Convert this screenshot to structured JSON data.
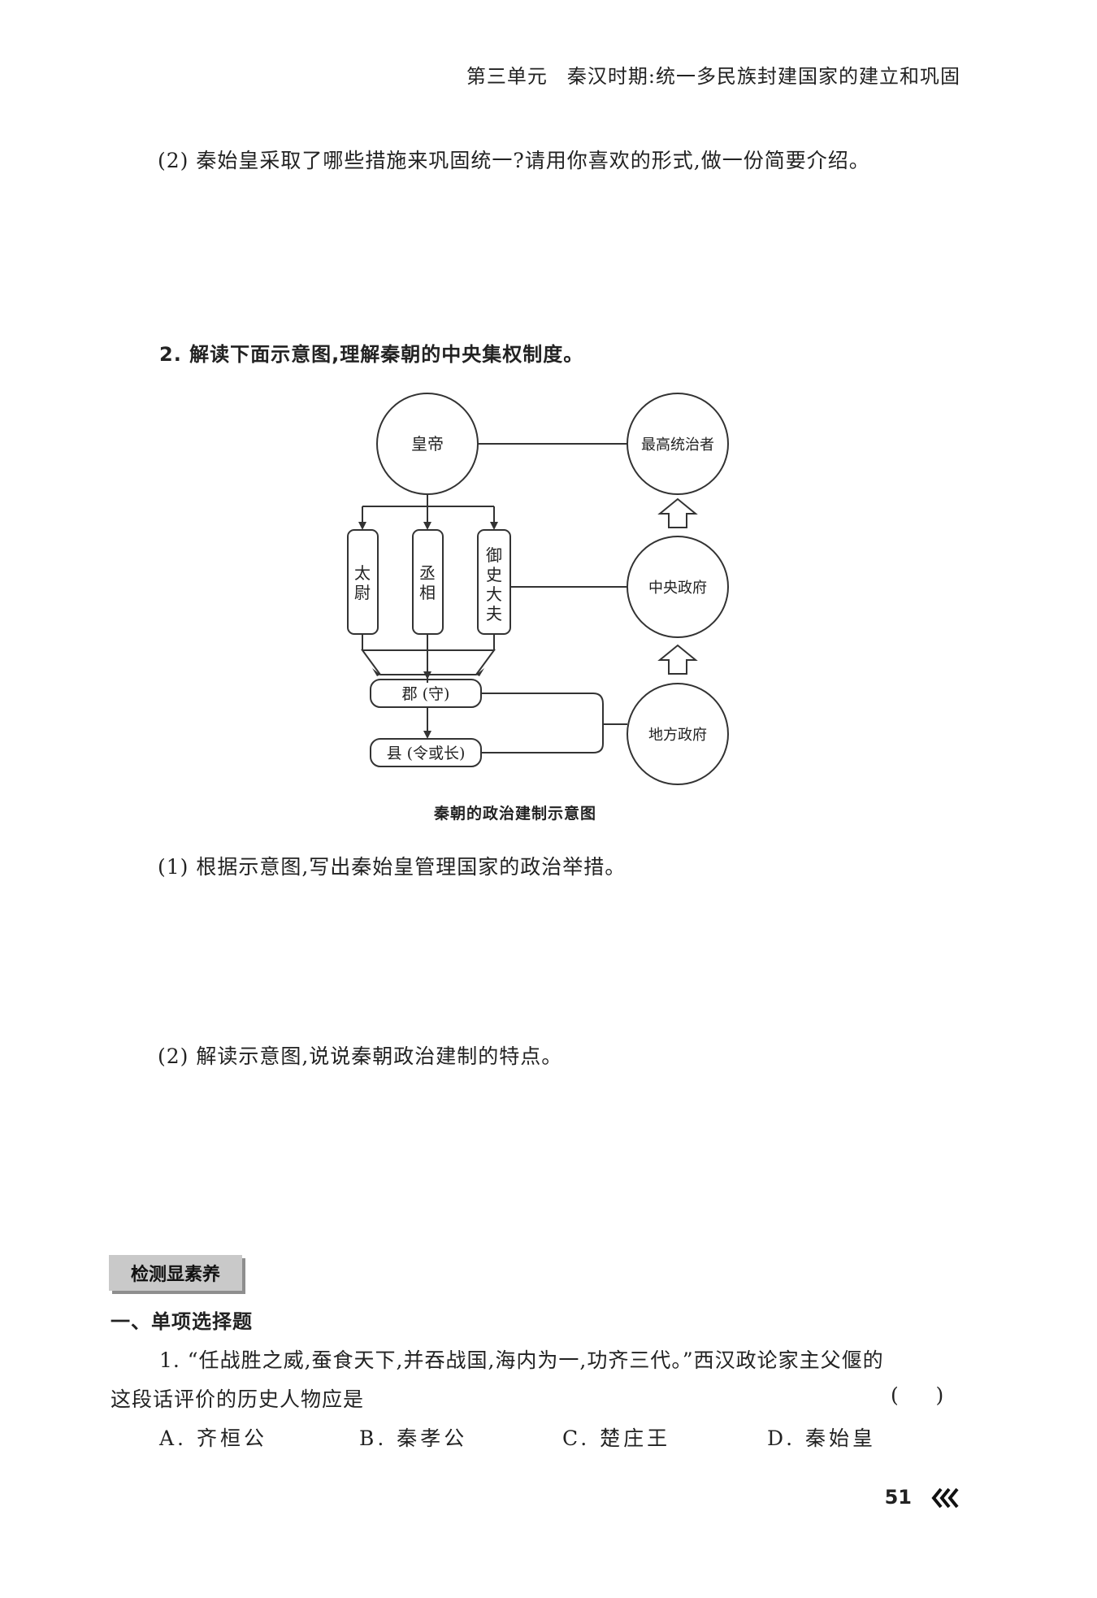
{
  "header": {
    "unit": "第三单元",
    "title": "秦汉时期:统一多民族封建国家的建立和巩固"
  },
  "q1_2": {
    "text": "(2) 秦始皇采取了哪些措施来巩固统一?请用你喜欢的形式,做一份简要介绍。"
  },
  "q2": {
    "text": "2. 解读下面示意图,理解秦朝的中央集权制度。"
  },
  "diagram": {
    "emperor": "皇帝",
    "top_ruler": "最高统治者",
    "officials": [
      "太尉",
      "丞相",
      "御史大夫"
    ],
    "central_gov": "中央政府",
    "commandery": "郡 (守)",
    "county": "县 (令或长)",
    "local_gov": "地方政府",
    "caption": "秦朝的政治建制示意图"
  },
  "q2_1": {
    "text": "(1) 根据示意图,写出秦始皇管理国家的政治举措。"
  },
  "q2_2": {
    "text": "(2) 解读示意图,说说秦朝政治建制的特点。"
  },
  "section": {
    "badge": "检测显素养",
    "part": "一、单项选择题"
  },
  "mcq1": {
    "line1": "1. “任战胜之威,蚕食天下,并吞战国,海内为一,功齐三代。”西汉政论家主父偃的",
    "line2": "这段话评价的历史人物应是",
    "paren": "(     )",
    "options": [
      "A. 齐桓公",
      "B. 秦孝公",
      "C. 楚庄王",
      "D. 秦始皇"
    ]
  },
  "page": {
    "number": "51"
  }
}
